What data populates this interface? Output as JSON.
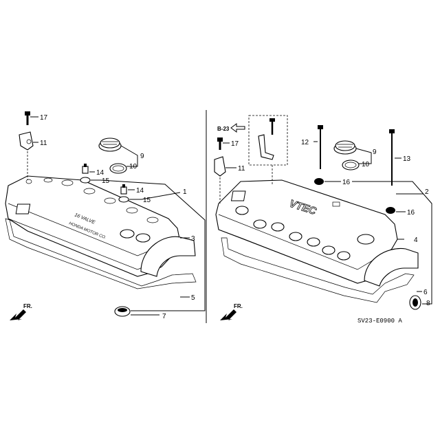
{
  "diagram": {
    "reference_code": "SV23-E0900 A",
    "section_ref": "B-23",
    "front_marker": "FR.",
    "left_engine": {
      "emblem_line1": "16 VALVE",
      "emblem_line2": "HONDA MOTOR CO.",
      "callouts": [
        "17",
        "11",
        "9",
        "10",
        "14",
        "15",
        "14",
        "15",
        "1",
        "3",
        "5",
        "7"
      ]
    },
    "right_engine": {
      "emblem_text": "VTEC",
      "callouts": [
        "17",
        "11",
        "12",
        "9",
        "10",
        "13",
        "16",
        "2",
        "16",
        "4",
        "6",
        "8"
      ]
    }
  }
}
